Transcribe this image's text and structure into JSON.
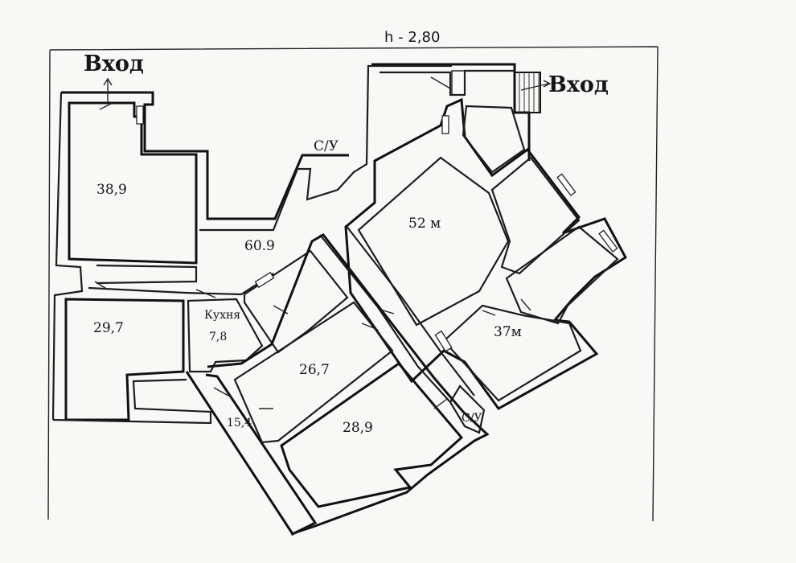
{
  "plan": {
    "height_label": "h - 2,80",
    "entrance_left": "Вход",
    "entrance_right": "Вход",
    "rooms": {
      "r38": "38,9",
      "r60": "60.9",
      "r52": "52 м",
      "r29": "29,7",
      "kitchen_name": "Кухня",
      "kitchen_area": "7,8",
      "r26": "26,7",
      "r37": "37м",
      "r15": "15,4",
      "r28": "28,9"
    },
    "bath_top": "С/У",
    "bath_bottom": "С/У"
  }
}
